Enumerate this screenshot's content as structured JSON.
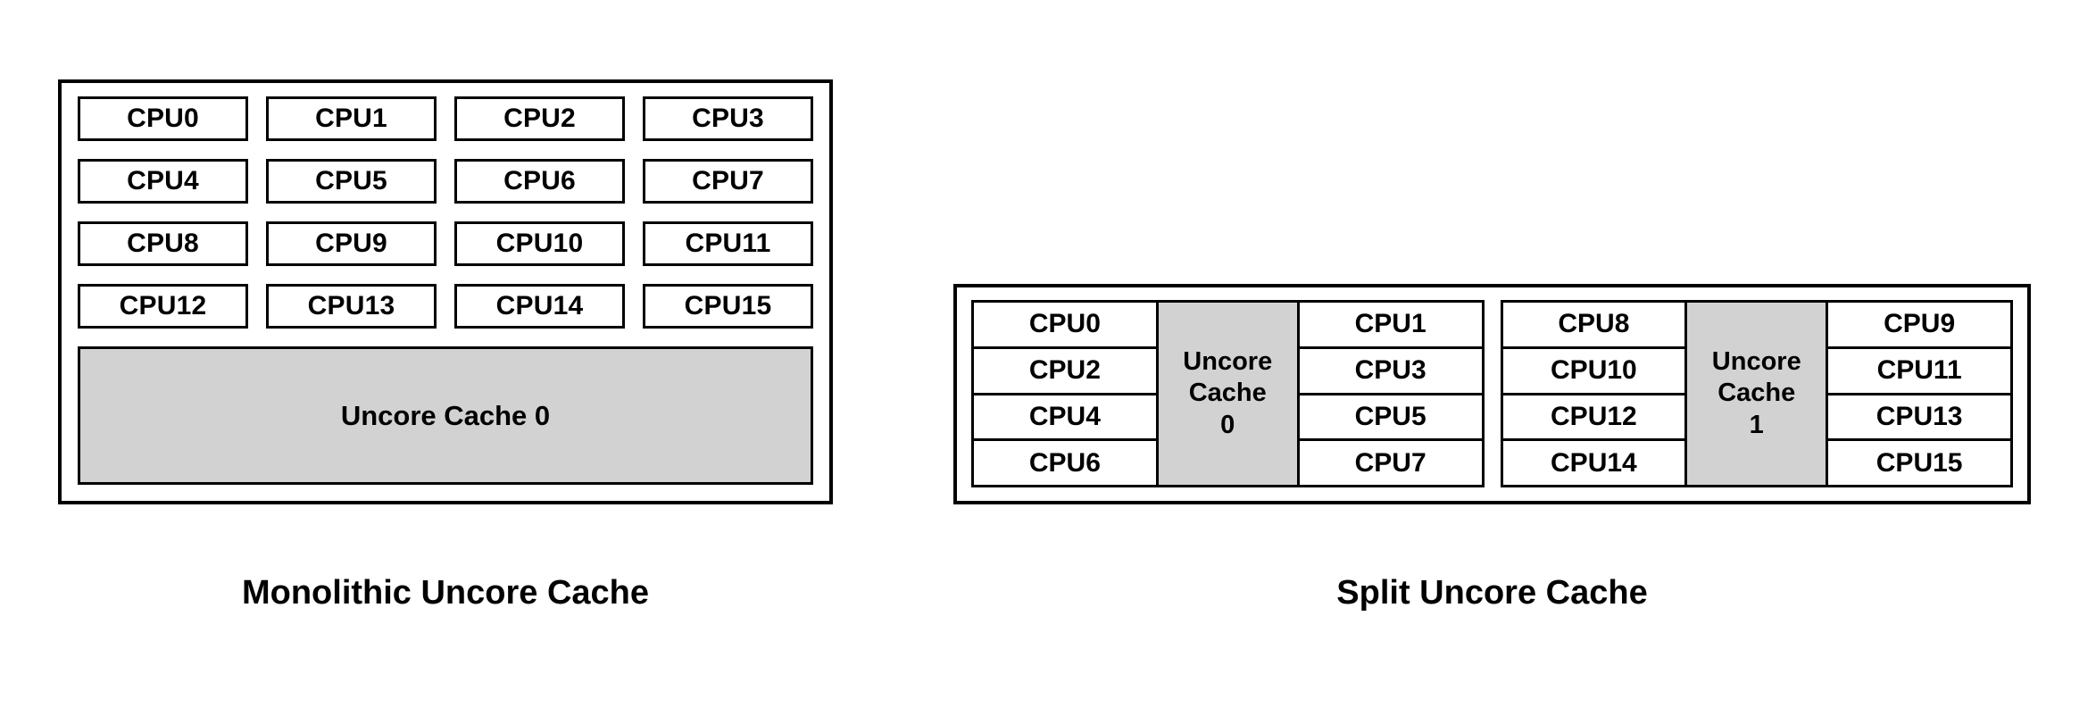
{
  "diagram": {
    "title_left": "Monolithic Uncore Cache",
    "title_right": "Split Uncore Cache",
    "colors": {
      "cache_fill": "#d2d2d2",
      "box_fill": "#ffffff",
      "border": "#000000",
      "text": "#000000"
    }
  },
  "monolithic": {
    "caption": "Monolithic Uncore Cache",
    "cpus": [
      "CPU0",
      "CPU1",
      "CPU2",
      "CPU3",
      "CPU4",
      "CPU5",
      "CPU6",
      "CPU7",
      "CPU8",
      "CPU9",
      "CPU10",
      "CPU11",
      "CPU12",
      "CPU13",
      "CPU14",
      "CPU15"
    ],
    "cache": {
      "label": "Uncore Cache 0"
    }
  },
  "split": {
    "caption": "Split Uncore Cache",
    "groups": [
      {
        "left_cpus": [
          "CPU0",
          "CPU2",
          "CPU4",
          "CPU6"
        ],
        "cache": {
          "line1": "Uncore",
          "line2": "Cache",
          "line3": "0"
        },
        "right_cpus": [
          "CPU1",
          "CPU3",
          "CPU5",
          "CPU7"
        ]
      },
      {
        "left_cpus": [
          "CPU8",
          "CPU10",
          "CPU12",
          "CPU14"
        ],
        "cache": {
          "line1": "Uncore",
          "line2": "Cache",
          "line3": "1"
        },
        "right_cpus": [
          "CPU9",
          "CPU11",
          "CPU13",
          "CPU15"
        ]
      }
    ]
  }
}
